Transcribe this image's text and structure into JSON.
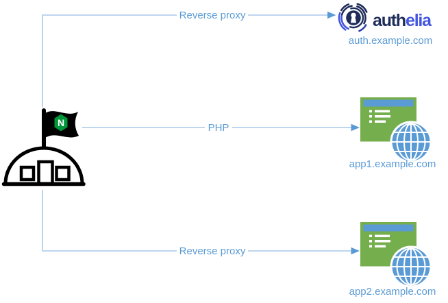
{
  "diagram": {
    "source": {
      "name": "nginx server",
      "flag_letter": "N"
    },
    "edges": [
      {
        "from": "nginx",
        "to": "authelia",
        "label": "Reverse proxy"
      },
      {
        "from": "nginx",
        "to": "app1",
        "label": "PHP"
      },
      {
        "from": "nginx",
        "to": "app2",
        "label": "Reverse proxy"
      }
    ],
    "targets": [
      {
        "id": "authelia",
        "wordmark_dark": "auth",
        "wordmark_accent": "elia",
        "domain": "auth.example.com"
      },
      {
        "id": "app1",
        "domain": "app1.example.com"
      },
      {
        "id": "app2",
        "domain": "app2.example.com"
      }
    ],
    "colors": {
      "connector_line": "#A9C7E9",
      "arrowhead": "#5B9BD5",
      "edge_label_text": "#5B9BD5",
      "domain_label_text": "#5B9BD5",
      "app_window_green": "#74AE4D",
      "app_titlebar_blue": "#5B9BD5",
      "globe_blue": "#5B9BD5",
      "nginx_green": "#009639",
      "flag_black": "#000000",
      "authelia_navy": "#1E2C5A",
      "authelia_blue": "#4356DF"
    }
  }
}
